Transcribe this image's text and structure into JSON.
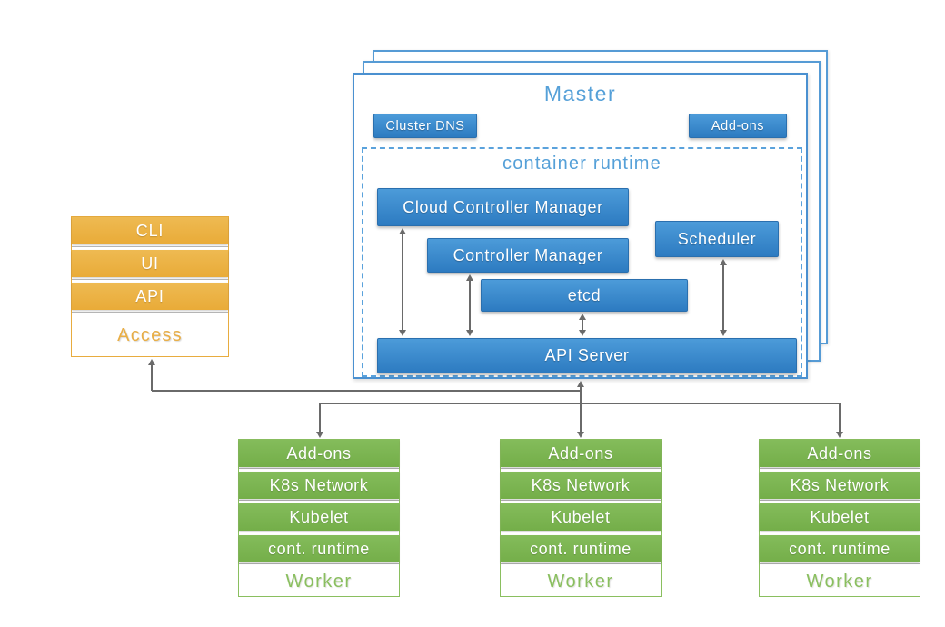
{
  "colors": {
    "blue": "#3584c6",
    "blue_light": "#55a0d8",
    "orange": "#ecb347",
    "green": "#7cb551",
    "arrow_gray": "#6a6a6a"
  },
  "master": {
    "title": "Master",
    "cluster_dns_label": "Cluster DNS",
    "addons_label": "Add-ons",
    "container_runtime_label": "container runtime",
    "components": [
      {
        "id": "cloud-controller-manager",
        "label": "Cloud Controller Manager"
      },
      {
        "id": "controller-manager",
        "label": "Controller Manager"
      },
      {
        "id": "scheduler",
        "label": "Scheduler"
      },
      {
        "id": "etcd",
        "label": "etcd"
      },
      {
        "id": "api-server",
        "label": "API Server"
      }
    ]
  },
  "access": {
    "items": [
      {
        "label": "CLI"
      },
      {
        "label": "UI"
      },
      {
        "label": "API"
      }
    ],
    "title": "Access"
  },
  "workers": [
    {
      "items": [
        "Add-ons",
        "K8s Network",
        "Kubelet",
        "cont. runtime"
      ],
      "title": "Worker"
    },
    {
      "items": [
        "Add-ons",
        "K8s Network",
        "Kubelet",
        "cont. runtime"
      ],
      "title": "Worker"
    },
    {
      "items": [
        "Add-ons",
        "K8s Network",
        "Kubelet",
        "cont. runtime"
      ],
      "title": "Worker"
    }
  ]
}
